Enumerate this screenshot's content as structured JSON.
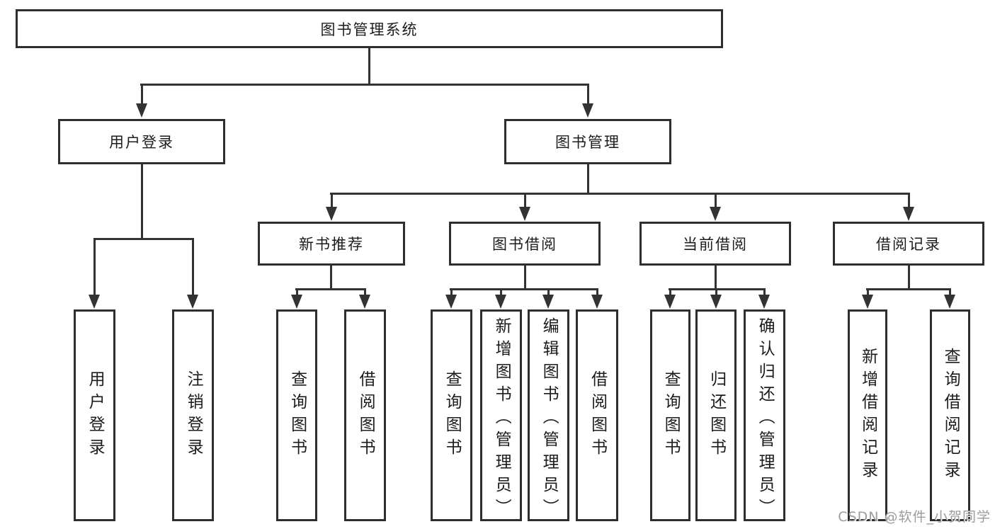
{
  "diagram": {
    "root": {
      "label": "图书管理系统"
    },
    "branches": [
      {
        "label": "用户登录",
        "children": [
          "用户登录",
          "注销登录"
        ]
      },
      {
        "label": "图书管理"
      }
    ],
    "modules": [
      {
        "label": "新书推荐",
        "children": [
          "查询图书",
          "借阅图书"
        ]
      },
      {
        "label": "图书借阅",
        "children": [
          "查询图书",
          "新增图书（管理员）",
          "编辑图书（管理员）",
          "借阅图书"
        ]
      },
      {
        "label": "当前借阅",
        "children": [
          "查询图书",
          "归还图书",
          "确认归还（管理员）"
        ]
      },
      {
        "label": "借阅记录",
        "children": [
          "新增借阅记录",
          "查询借阅记录"
        ]
      }
    ]
  },
  "watermark": {
    "text": "CSDN @软件_小贺同学"
  },
  "colors": {
    "line": "#333333",
    "box_border": "#2e2e2e",
    "text": "#1c1c1c",
    "background": "#ffffff",
    "watermark": "#9c9c9c"
  }
}
